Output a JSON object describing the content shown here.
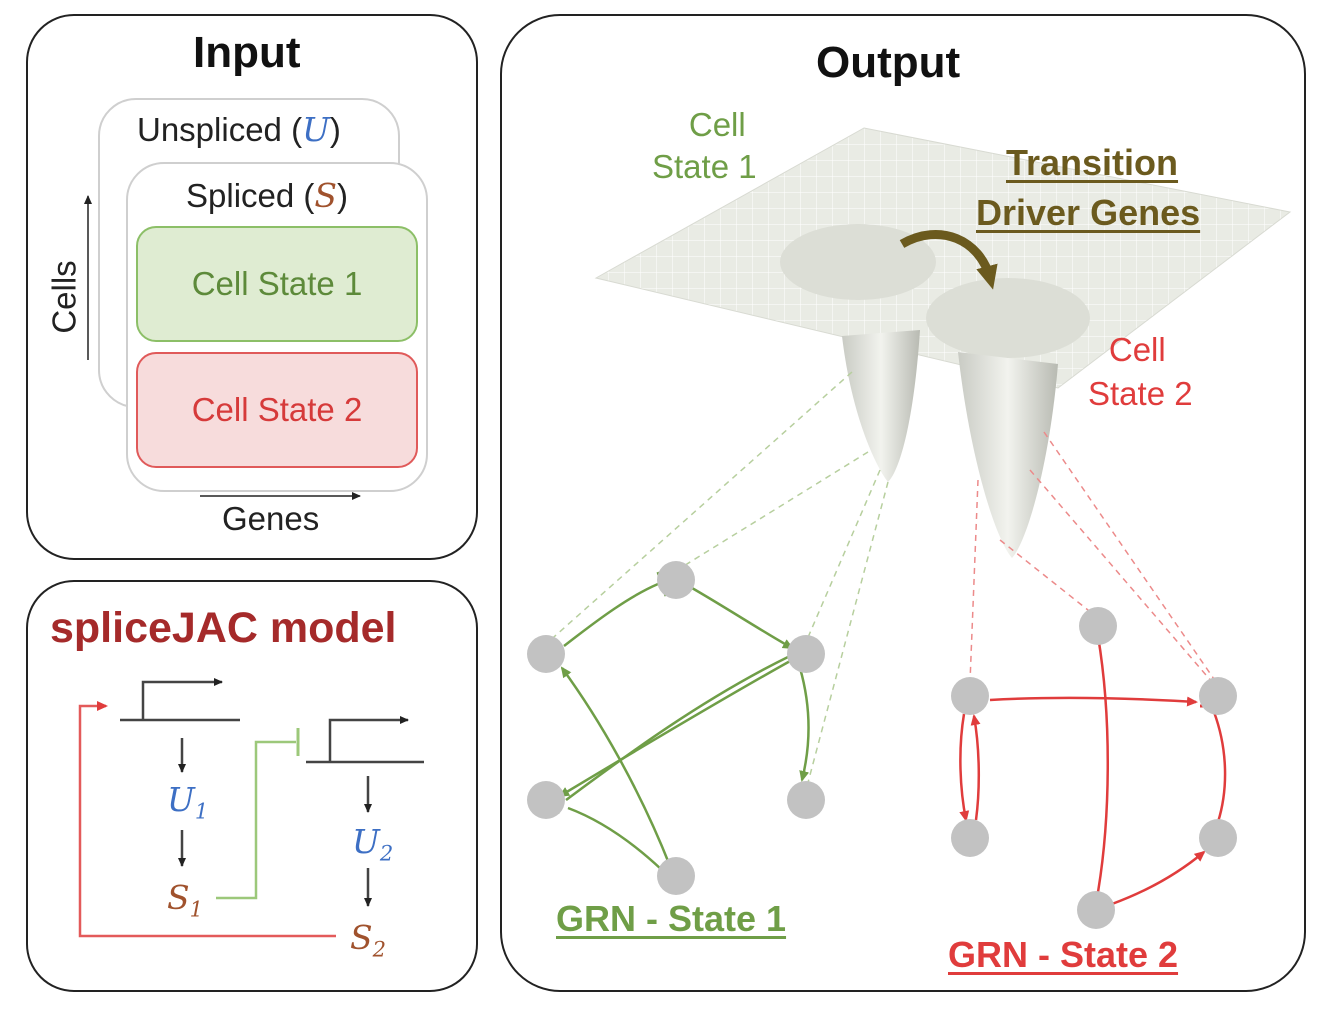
{
  "input_panel": {
    "title": "Input",
    "unspliced_label": "Unspliced (",
    "unspliced_symbol": "U",
    "spliced_label": "Spliced (",
    "spliced_symbol": "S",
    "close_paren": ")",
    "cell_state_1": "Cell State 1",
    "cell_state_2": "Cell State 2",
    "cells_axis": "Cells",
    "genes_axis": "Genes"
  },
  "model_panel": {
    "title": "spliceJAC model",
    "u1": "U",
    "u1_sub": "1",
    "s1": "S",
    "s1_sub": "1",
    "u2": "U",
    "u2_sub": "2",
    "s2": "S",
    "s2_sub": "2"
  },
  "output_panel": {
    "title": "Output",
    "cell_state_1_line1": "Cell",
    "cell_state_1_line2": "State 1",
    "cell_state_2_line1": "Cell",
    "cell_state_2_line2": "State 2",
    "transition_line1": "Transition",
    "transition_line2": "Driver Genes",
    "grn_state_1": "GRN - State 1",
    "grn_state_2": "GRN - State 2"
  },
  "colors": {
    "green": "#6f9e47",
    "red": "#e03c3c",
    "dark_red": "#a52a2a",
    "blue": "#3d6fc4",
    "brown": "#a0522d",
    "olive": "#6b5a1e",
    "node": "#c2c2c2"
  }
}
